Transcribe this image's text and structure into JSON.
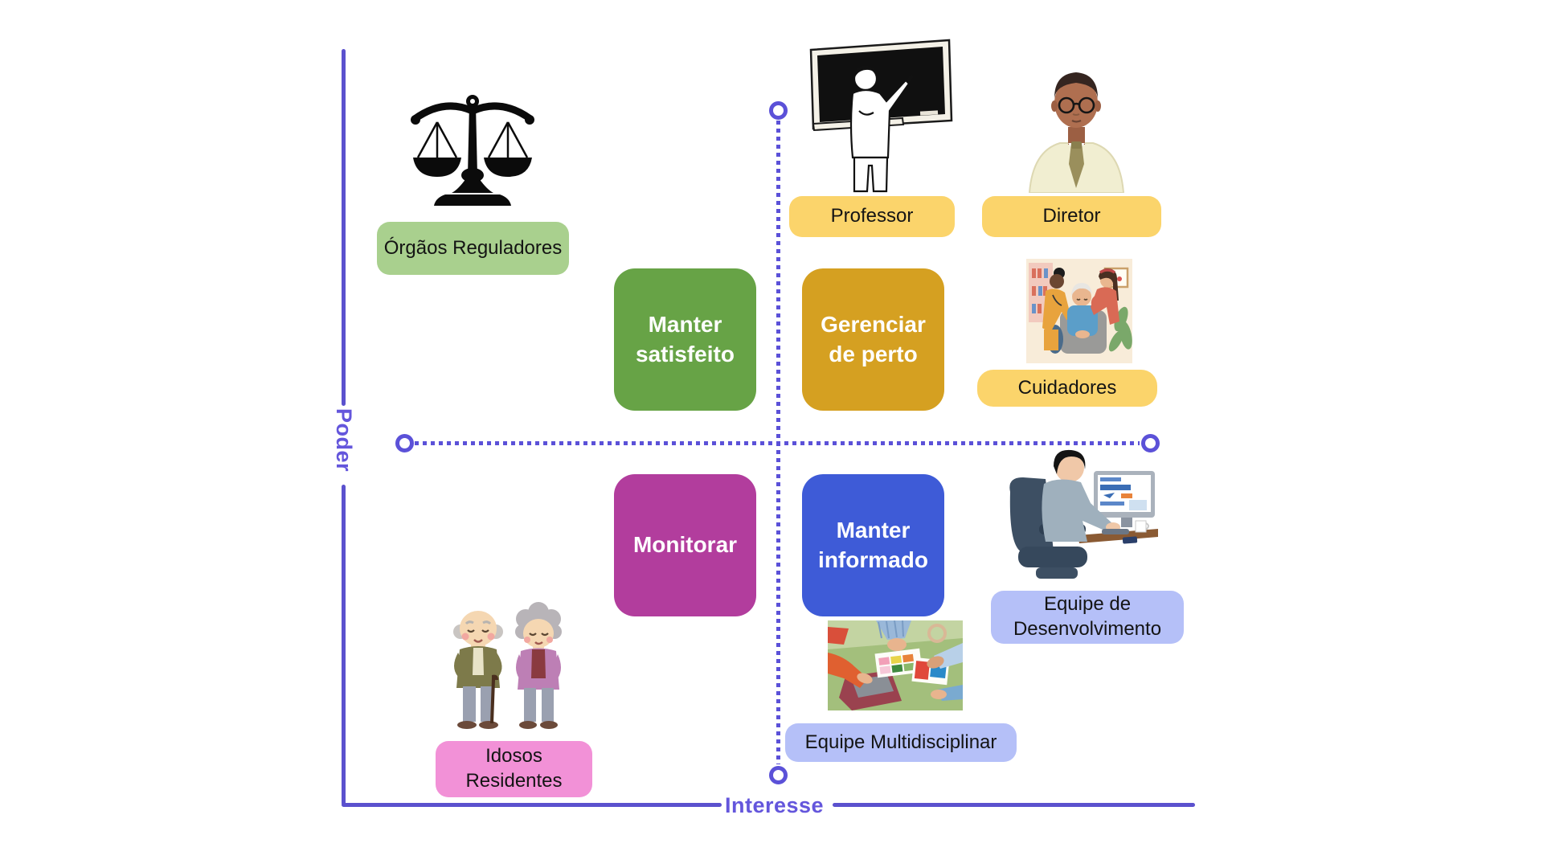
{
  "diagram": {
    "title_type": "stakeholder-power-interest-matrix",
    "axes": {
      "y_label": "Poder",
      "x_label": "Interesse",
      "axis_color": "#5b51ce",
      "dotted_color": "#5b51d8",
      "label_color": "#6456dc"
    },
    "quadrants": [
      {
        "label": "Manter satisfeito",
        "color": "#67a346",
        "position": "high-power-low-interest"
      },
      {
        "label": "Gerenciar de perto",
        "color": "#d5a021",
        "position": "high-power-high-interest"
      },
      {
        "label": "Monitorar",
        "color": "#b23d9d",
        "position": "low-power-low-interest"
      },
      {
        "label": "Manter informado",
        "color": "#3e5bd7",
        "position": "low-power-high-interest"
      }
    ],
    "stakeholders": [
      {
        "label": "Órgãos Reguladores",
        "chip_color": "#a9d08e",
        "icon": "scales-of-justice-icon"
      },
      {
        "label": "Professor",
        "chip_color": "#fbd46b",
        "icon": "teacher-blackboard-icon"
      },
      {
        "label": "Diretor",
        "chip_color": "#fbd46b",
        "icon": "director-portrait-icon"
      },
      {
        "label": "Cuidadores",
        "chip_color": "#fbd46b",
        "icon": "caregivers-with-elder-icon"
      },
      {
        "label": "Equipe de Desenvolvimento",
        "chip_color": "#b5c0f8",
        "icon": "developer-at-desk-icon"
      },
      {
        "label": "Equipe Multidisciplinar",
        "chip_color": "#b5c0f8",
        "icon": "team-around-table-icon"
      },
      {
        "label": "Idosos Residentes",
        "chip_color": "#f291d7",
        "icon": "elderly-couple-icon"
      }
    ]
  }
}
